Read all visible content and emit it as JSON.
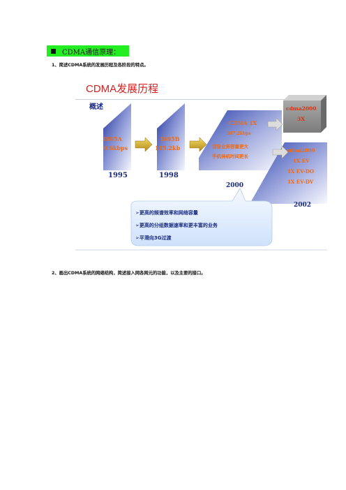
{
  "heading": {
    "text": "CDMA通信原理："
  },
  "q1": "1、简述CDMA系统的发展历程及各阶段的特点。",
  "q2": "2、画出CDMA系统的网络结构，简述接入网各网元的功能，以及主要的接口。",
  "figure": {
    "title": "CDMA发展历程",
    "subtitle": "概述",
    "stage1": {
      "line1": "IS95A",
      "line2": "9.6kbps",
      "year": "1995"
    },
    "stage2": {
      "line1": "IS95B",
      "line2": "115.2kb",
      "year": "1998"
    },
    "stage3": {
      "line1": "CDMA 1X",
      "line2": "307.2kbps",
      "line3": "话音业务容量更大",
      "line4": "手机待机时间更长",
      "year": "2000"
    },
    "box3x": {
      "line1": "cdma2000",
      "line2": "3X"
    },
    "stageev": {
      "line1": "cdma2000",
      "line2": "1X EV",
      "line3": "1X EV-DO",
      "line4": "1X EV-DV",
      "year": "2002"
    },
    "bubble": [
      "更高的频谱效率和网络容量",
      "更高的分组数据速率和更丰富的业务",
      "平滑向3G过渡"
    ],
    "colors": {
      "gradient_dark": "#3a4fb4",
      "gradient_light": "#f4f5fc",
      "arrow": "#d6b42a",
      "bubble": "#dcebfb"
    }
  }
}
